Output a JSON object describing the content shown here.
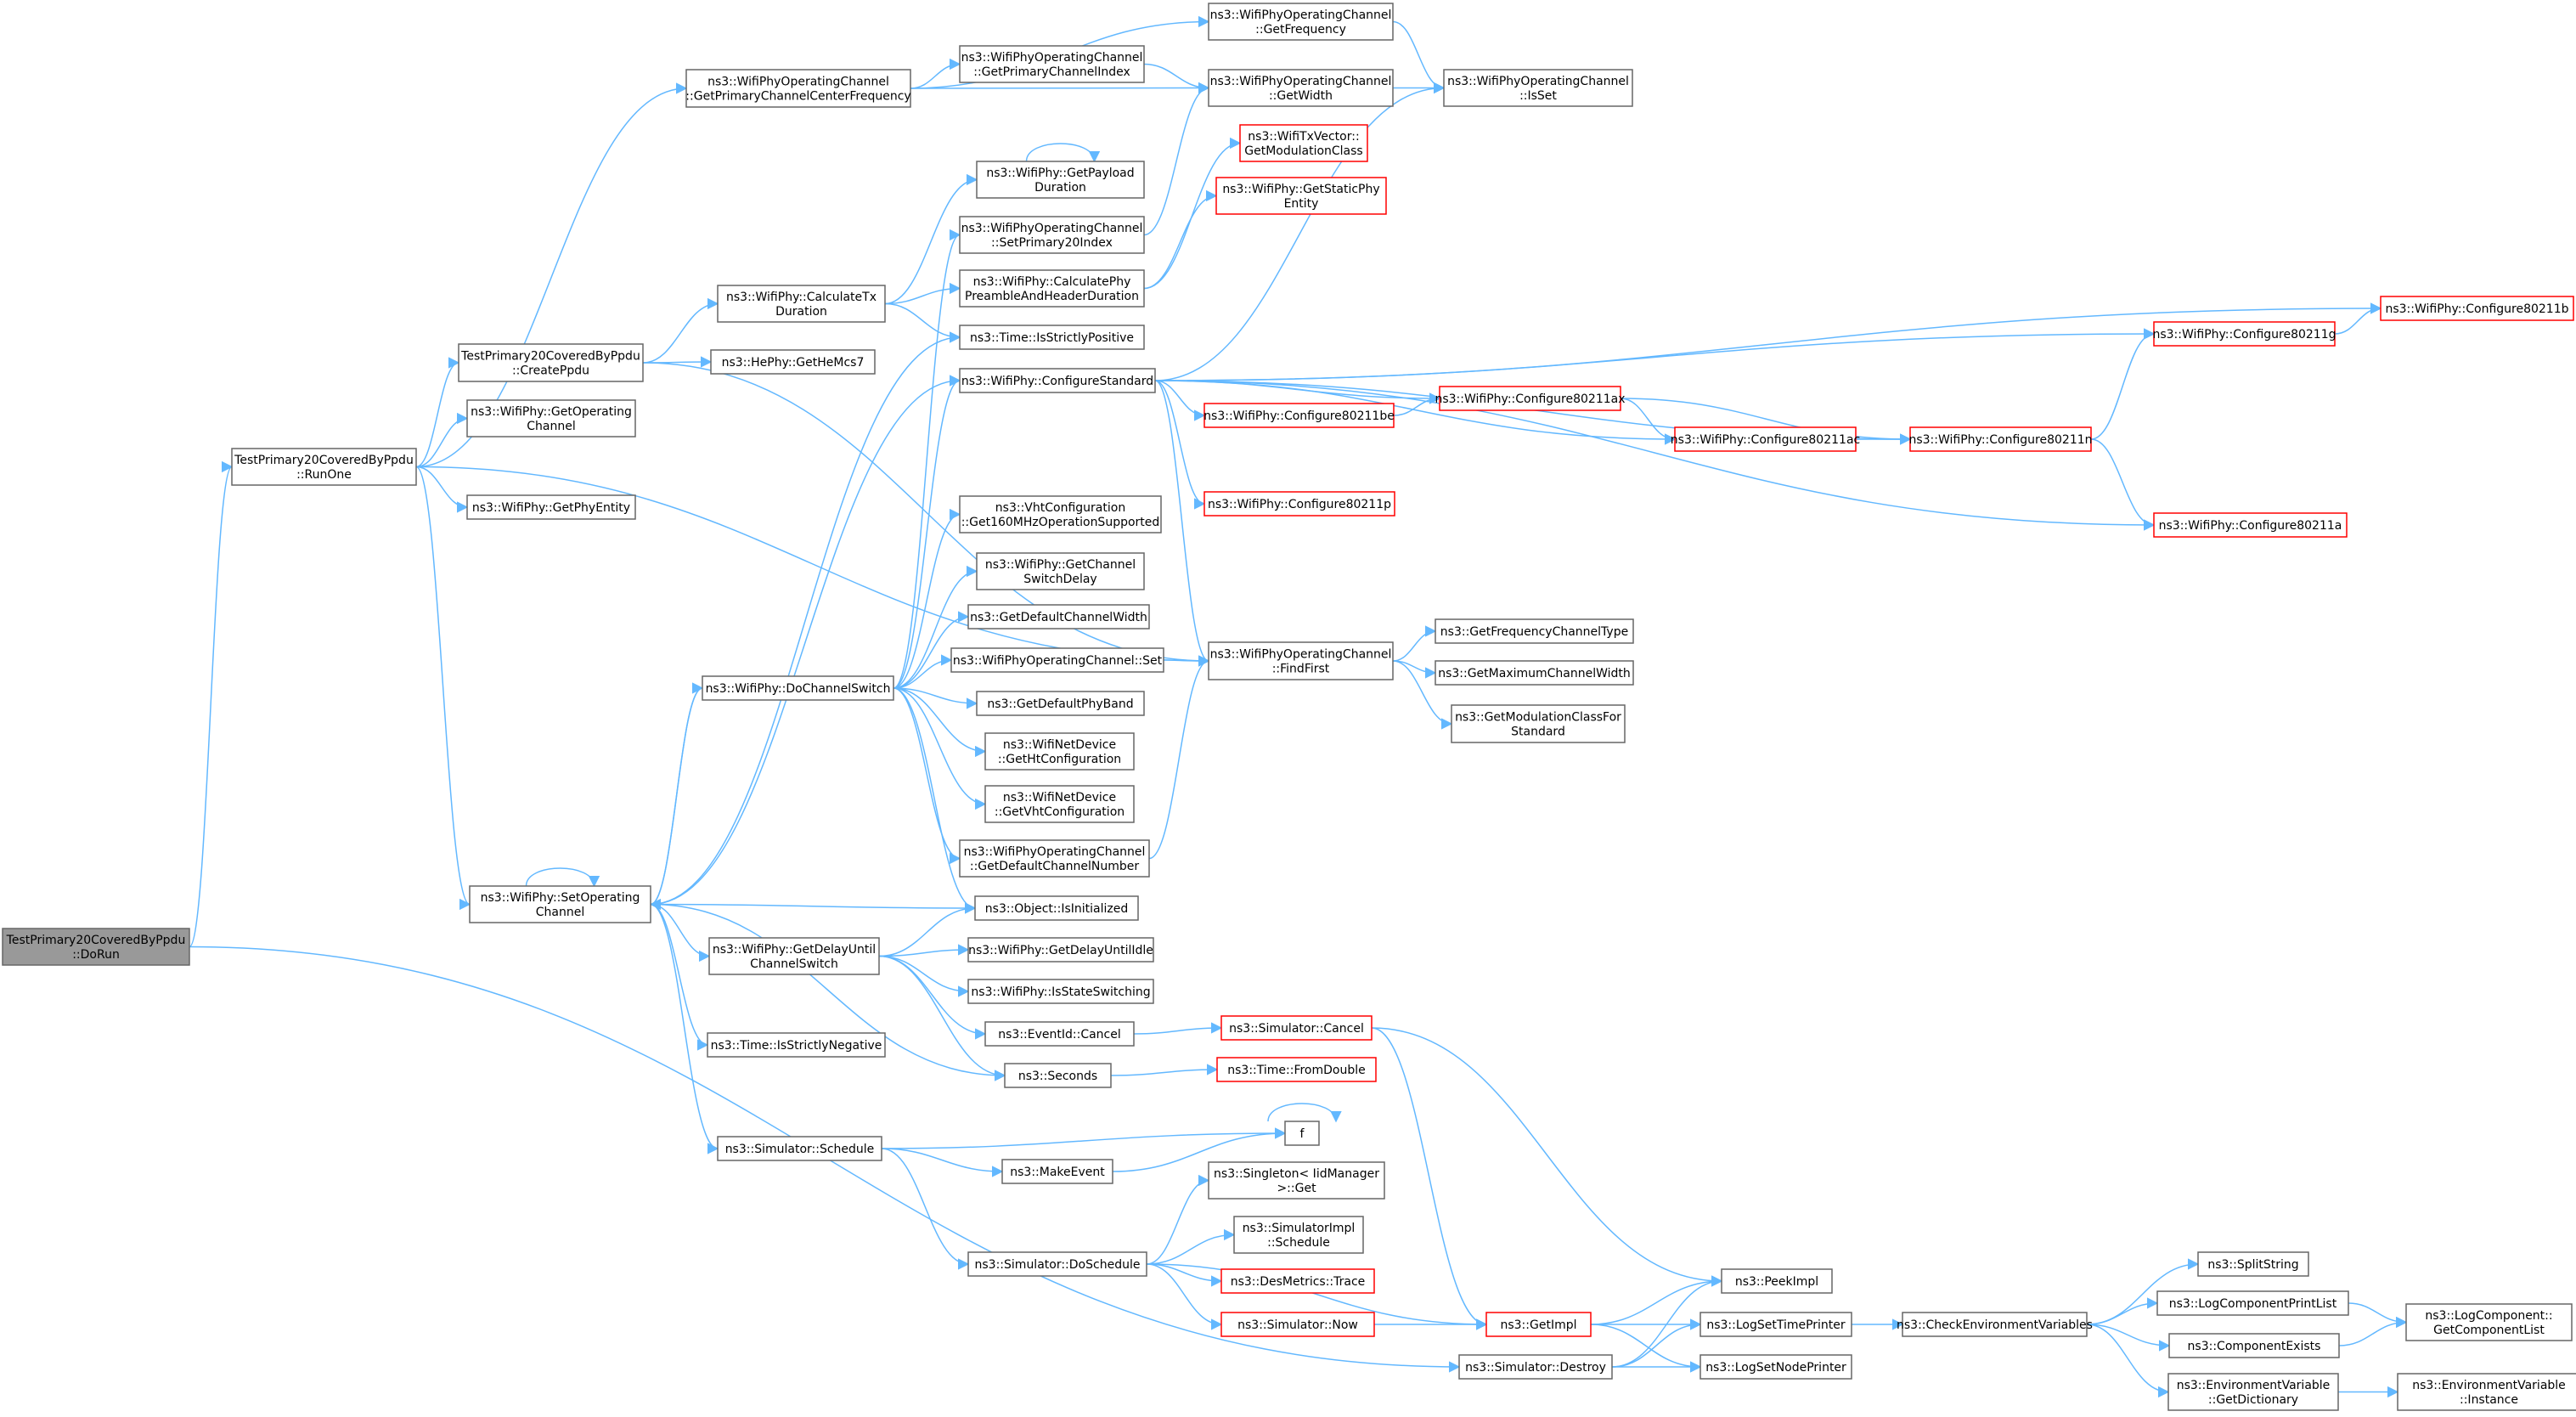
{
  "colors": {
    "edge": "#63b8ff",
    "node_border": "#666666",
    "truncated_border": "#ff0000",
    "root_fill": "#999999",
    "background": "#ffffff"
  },
  "nodes": [
    {
      "id": "n0",
      "lines": [
        "TestPrimary20CoveredByPpdu",
        "::DoRun"
      ],
      "style": "root"
    },
    {
      "id": "n1",
      "lines": [
        "TestPrimary20CoveredByPpdu",
        "::RunOne"
      ]
    },
    {
      "id": "n2",
      "lines": [
        "ns3::WifiPhyOperatingChannel",
        "::GetPrimaryChannelCenterFrequency"
      ]
    },
    {
      "id": "n3",
      "lines": [
        "ns3::WifiPhyOperatingChannel",
        "::GetFrequency"
      ]
    },
    {
      "id": "n4",
      "lines": [
        "ns3::WifiPhyOperatingChannel",
        "::GetPrimaryChannelIndex"
      ]
    },
    {
      "id": "n5",
      "lines": [
        "ns3::WifiPhyOperatingChannel",
        "::GetWidth"
      ]
    },
    {
      "id": "n6",
      "lines": [
        "ns3::WifiPhyOperatingChannel",
        "::IsSet"
      ]
    },
    {
      "id": "n7",
      "lines": [
        "ns3::WifiTxVector::",
        "GetModulationClass"
      ],
      "style": "truncated"
    },
    {
      "id": "n8",
      "lines": [
        "ns3::WifiPhy::GetStaticPhy",
        "Entity"
      ],
      "style": "truncated"
    },
    {
      "id": "n9",
      "lines": [
        "ns3::WifiPhy::GetPayload",
        "Duration"
      ]
    },
    {
      "id": "n10",
      "lines": [
        "ns3::WifiPhyOperatingChannel",
        "::SetPrimary20Index"
      ]
    },
    {
      "id": "n11",
      "lines": [
        "ns3::WifiPhy::CalculateTx",
        "Duration"
      ]
    },
    {
      "id": "n12",
      "lines": [
        "ns3::WifiPhy::CalculatePhy",
        "PreambleAndHeaderDuration"
      ]
    },
    {
      "id": "n13",
      "lines": [
        "ns3::Time::IsStrictlyPositive"
      ]
    },
    {
      "id": "n14",
      "lines": [
        "TestPrimary20CoveredByPpdu",
        "::CreatePpdu"
      ]
    },
    {
      "id": "n15",
      "lines": [
        "ns3::HePhy::GetHeMcs7"
      ]
    },
    {
      "id": "n16",
      "lines": [
        "ns3::WifiPhy::ConfigureStandard"
      ]
    },
    {
      "id": "n17",
      "lines": [
        "ns3::WifiPhy::GetOperating",
        "Channel"
      ]
    },
    {
      "id": "n18",
      "lines": [
        "ns3::WifiPhy::GetPhyEntity"
      ]
    },
    {
      "id": "n19",
      "lines": [
        "ns3::WifiPhy::Configure80211b"
      ],
      "style": "truncated"
    },
    {
      "id": "n20",
      "lines": [
        "ns3::WifiPhy::Configure80211g"
      ],
      "style": "truncated"
    },
    {
      "id": "n21",
      "lines": [
        "ns3::WifiPhy::Configure80211be"
      ],
      "style": "truncated"
    },
    {
      "id": "n22",
      "lines": [
        "ns3::WifiPhy::Configure80211ax"
      ],
      "style": "truncated"
    },
    {
      "id": "n23",
      "lines": [
        "ns3::WifiPhy::Configure80211ac"
      ],
      "style": "truncated"
    },
    {
      "id": "n24",
      "lines": [
        "ns3::WifiPhy::Configure80211n"
      ],
      "style": "truncated"
    },
    {
      "id": "n25",
      "lines": [
        "ns3::WifiPhy::Configure80211p"
      ],
      "style": "truncated"
    },
    {
      "id": "n26",
      "lines": [
        "ns3::WifiPhy::Configure80211a"
      ],
      "style": "truncated"
    },
    {
      "id": "n27",
      "lines": [
        "ns3::VhtConfiguration",
        "::Get160MHzOperationSupported"
      ]
    },
    {
      "id": "n28",
      "lines": [
        "ns3::WifiPhy::GetChannel",
        "SwitchDelay"
      ]
    },
    {
      "id": "n29",
      "lines": [
        "ns3::GetDefaultChannelWidth"
      ]
    },
    {
      "id": "n30",
      "lines": [
        "ns3::WifiPhyOperatingChannel::Set"
      ]
    },
    {
      "id": "n31",
      "lines": [
        "ns3::WifiPhyOperatingChannel",
        "::FindFirst"
      ]
    },
    {
      "id": "n32",
      "lines": [
        "ns3::GetFrequencyChannelType"
      ]
    },
    {
      "id": "n33",
      "lines": [
        "ns3::GetMaximumChannelWidth"
      ]
    },
    {
      "id": "n34",
      "lines": [
        "ns3::GetModulationClassFor",
        "Standard"
      ]
    },
    {
      "id": "n35",
      "lines": [
        "ns3::WifiPhy::DoChannelSwitch"
      ]
    },
    {
      "id": "n36",
      "lines": [
        "ns3::GetDefaultPhyBand"
      ]
    },
    {
      "id": "n37",
      "lines": [
        "ns3::WifiNetDevice",
        "::GetHtConfiguration"
      ]
    },
    {
      "id": "n38",
      "lines": [
        "ns3::WifiNetDevice",
        "::GetVhtConfiguration"
      ]
    },
    {
      "id": "n39",
      "lines": [
        "ns3::WifiPhyOperatingChannel",
        "::GetDefaultChannelNumber"
      ]
    },
    {
      "id": "n40",
      "lines": [
        "ns3::WifiPhy::SetOperating",
        "Channel"
      ]
    },
    {
      "id": "n41",
      "lines": [
        "ns3::Object::IsInitialized"
      ]
    },
    {
      "id": "n42",
      "lines": [
        "ns3::WifiPhy::GetDelayUntil",
        "ChannelSwitch"
      ]
    },
    {
      "id": "n43",
      "lines": [
        "ns3::WifiPhy::GetDelayUntilIdle"
      ]
    },
    {
      "id": "n44",
      "lines": [
        "ns3::WifiPhy::IsStateSwitching"
      ]
    },
    {
      "id": "n45",
      "lines": [
        "ns3::EventId::Cancel"
      ]
    },
    {
      "id": "n46",
      "lines": [
        "ns3::Simulator::Cancel"
      ],
      "style": "truncated"
    },
    {
      "id": "n47",
      "lines": [
        "ns3::Seconds"
      ]
    },
    {
      "id": "n48",
      "lines": [
        "ns3::Time::FromDouble"
      ],
      "style": "truncated"
    },
    {
      "id": "n49",
      "lines": [
        "ns3::Time::IsStrictlyNegative"
      ]
    },
    {
      "id": "n50",
      "lines": [
        "f"
      ]
    },
    {
      "id": "n51",
      "lines": [
        "ns3::Simulator::Schedule"
      ]
    },
    {
      "id": "n52",
      "lines": [
        "ns3::MakeEvent"
      ]
    },
    {
      "id": "n53",
      "lines": [
        "ns3::Singleton< IidManager",
        ">::Get"
      ]
    },
    {
      "id": "n54",
      "lines": [
        "ns3::SimulatorImpl",
        "::Schedule"
      ]
    },
    {
      "id": "n55",
      "lines": [
        "ns3::Simulator::DoSchedule"
      ]
    },
    {
      "id": "n56",
      "lines": [
        "ns3::DesMetrics::Trace"
      ],
      "style": "truncated"
    },
    {
      "id": "n57",
      "lines": [
        "ns3::Simulator::Now"
      ],
      "style": "truncated"
    },
    {
      "id": "n58",
      "lines": [
        "ns3::GetImpl"
      ],
      "style": "truncated"
    },
    {
      "id": "n59",
      "lines": [
        "ns3::PeekImpl"
      ]
    },
    {
      "id": "n60",
      "lines": [
        "ns3::LogSetTimePrinter"
      ]
    },
    {
      "id": "n61",
      "lines": [
        "ns3::LogSetNodePrinter"
      ]
    },
    {
      "id": "n62",
      "lines": [
        "ns3::Simulator::Destroy"
      ]
    },
    {
      "id": "n63",
      "lines": [
        "ns3::CheckEnvironmentVariables"
      ]
    },
    {
      "id": "n64",
      "lines": [
        "ns3::SplitString"
      ]
    },
    {
      "id": "n65",
      "lines": [
        "ns3::LogComponentPrintList"
      ]
    },
    {
      "id": "n66",
      "lines": [
        "ns3::ComponentExists"
      ]
    },
    {
      "id": "n67",
      "lines": [
        "ns3::LogComponent::",
        "GetComponentList"
      ]
    },
    {
      "id": "n68",
      "lines": [
        "ns3::EnvironmentVariable",
        "::GetDictionary"
      ]
    },
    {
      "id": "n69",
      "lines": [
        "ns3::EnvironmentVariable",
        "::Instance"
      ]
    }
  ],
  "edges": [
    [
      "n0",
      "n1"
    ],
    [
      "n0",
      "n62"
    ],
    [
      "n1",
      "n2"
    ],
    [
      "n1",
      "n14"
    ],
    [
      "n1",
      "n17"
    ],
    [
      "n1",
      "n18"
    ],
    [
      "n1",
      "n31"
    ],
    [
      "n1",
      "n40"
    ],
    [
      "n2",
      "n3"
    ],
    [
      "n2",
      "n4"
    ],
    [
      "n2",
      "n5"
    ],
    [
      "n3",
      "n6"
    ],
    [
      "n4",
      "n5"
    ],
    [
      "n5",
      "n6"
    ],
    [
      "n14",
      "n11"
    ],
    [
      "n14",
      "n15"
    ],
    [
      "n14",
      "n31"
    ],
    [
      "n11",
      "n9"
    ],
    [
      "n11",
      "n12"
    ],
    [
      "n11",
      "n13"
    ],
    [
      "n9",
      "n9"
    ],
    [
      "n10",
      "n5"
    ],
    [
      "n12",
      "n7"
    ],
    [
      "n12",
      "n8"
    ],
    [
      "n16",
      "n6"
    ],
    [
      "n16",
      "n19"
    ],
    [
      "n16",
      "n20"
    ],
    [
      "n16",
      "n21"
    ],
    [
      "n16",
      "n22"
    ],
    [
      "n16",
      "n23"
    ],
    [
      "n16",
      "n24"
    ],
    [
      "n16",
      "n25"
    ],
    [
      "n16",
      "n26"
    ],
    [
      "n16",
      "n31"
    ],
    [
      "n20",
      "n19"
    ],
    [
      "n21",
      "n22"
    ],
    [
      "n22",
      "n23"
    ],
    [
      "n22",
      "n24"
    ],
    [
      "n23",
      "n24"
    ],
    [
      "n24",
      "n20"
    ],
    [
      "n24",
      "n26"
    ],
    [
      "n35",
      "n10"
    ],
    [
      "n35",
      "n16"
    ],
    [
      "n35",
      "n27"
    ],
    [
      "n35",
      "n28"
    ],
    [
      "n35",
      "n29"
    ],
    [
      "n35",
      "n30"
    ],
    [
      "n35",
      "n36"
    ],
    [
      "n35",
      "n37"
    ],
    [
      "n35",
      "n38"
    ],
    [
      "n35",
      "n39"
    ],
    [
      "n35",
      "n40"
    ],
    [
      "n35",
      "n41"
    ],
    [
      "n30",
      "n31"
    ],
    [
      "n39",
      "n31"
    ],
    [
      "n31",
      "n32"
    ],
    [
      "n31",
      "n33"
    ],
    [
      "n31",
      "n34"
    ],
    [
      "n40",
      "n13"
    ],
    [
      "n40",
      "n16"
    ],
    [
      "n40",
      "n35"
    ],
    [
      "n40",
      "n40"
    ],
    [
      "n40",
      "n41"
    ],
    [
      "n40",
      "n42"
    ],
    [
      "n40",
      "n47"
    ],
    [
      "n40",
      "n49"
    ],
    [
      "n40",
      "n51"
    ],
    [
      "n42",
      "n41"
    ],
    [
      "n42",
      "n43"
    ],
    [
      "n42",
      "n44"
    ],
    [
      "n42",
      "n45"
    ],
    [
      "n42",
      "n47"
    ],
    [
      "n45",
      "n46"
    ],
    [
      "n46",
      "n58"
    ],
    [
      "n46",
      "n59"
    ],
    [
      "n47",
      "n48"
    ],
    [
      "n51",
      "n50"
    ],
    [
      "n51",
      "n52"
    ],
    [
      "n51",
      "n55"
    ],
    [
      "n52",
      "n50"
    ],
    [
      "n50",
      "n50"
    ],
    [
      "n55",
      "n53"
    ],
    [
      "n55",
      "n54"
    ],
    [
      "n55",
      "n56"
    ],
    [
      "n55",
      "n57"
    ],
    [
      "n55",
      "n58"
    ],
    [
      "n57",
      "n58"
    ],
    [
      "n58",
      "n59"
    ],
    [
      "n58",
      "n60"
    ],
    [
      "n58",
      "n61"
    ],
    [
      "n62",
      "n59"
    ],
    [
      "n62",
      "n60"
    ],
    [
      "n62",
      "n61"
    ],
    [
      "n60",
      "n63"
    ],
    [
      "n63",
      "n64"
    ],
    [
      "n63",
      "n65"
    ],
    [
      "n63",
      "n66"
    ],
    [
      "n63",
      "n68"
    ],
    [
      "n65",
      "n67"
    ],
    [
      "n66",
      "n67"
    ],
    [
      "n68",
      "n69"
    ]
  ]
}
